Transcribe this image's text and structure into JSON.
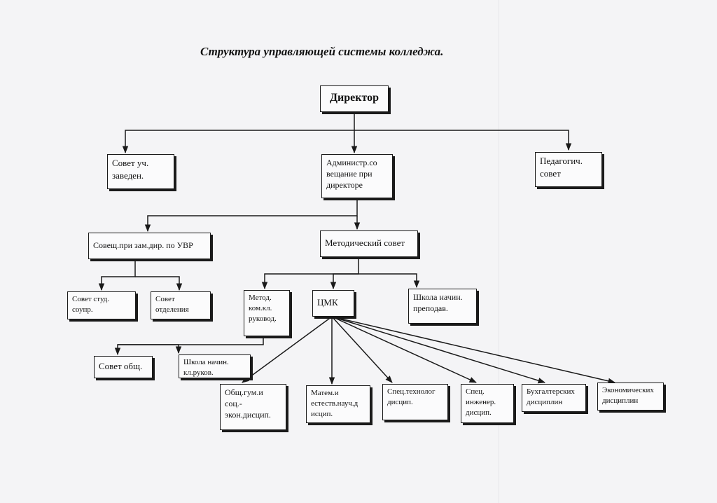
{
  "title": "Структура управляющей системы  колледжа.",
  "nodes": {
    "director": "Директор",
    "sovet_uch": "Совет уч.\nзаведен.",
    "admin": "Администр.со\nвещание при\nдиректоре",
    "pedsovet": "Педагогич.\nсовет",
    "sovesch_uvr": "Совещ.при зам.дир. по УВР",
    "metod_sovet": "Методический совет",
    "sovet_stud": "Совет студ.\nсоупр.",
    "sovet_otd": "Совет\nотделения",
    "metod_kom": "Метод.\nком.кл.\nруковод.",
    "cmk": "ЦМК",
    "shkola_prep": "Школа начин.\nпреподав.",
    "sovet_obsch": "Совет общ.",
    "shkola_ruk": "Школа начин.\nкл.руков.",
    "obsch_gum": "Общ.гум.и\nсоц.-\nэкон.дисцип.",
    "matem": "Матем.и\nестеств.науч.д\nисцип.",
    "spec_tech": "Спец.технолог\nдисцип.",
    "spec_inzh": "Спец.\nинженер.\nдисцип.",
    "buh": "Бухгалтерских\nдисциплин",
    "econ": "Экономических\nдисциплин"
  }
}
